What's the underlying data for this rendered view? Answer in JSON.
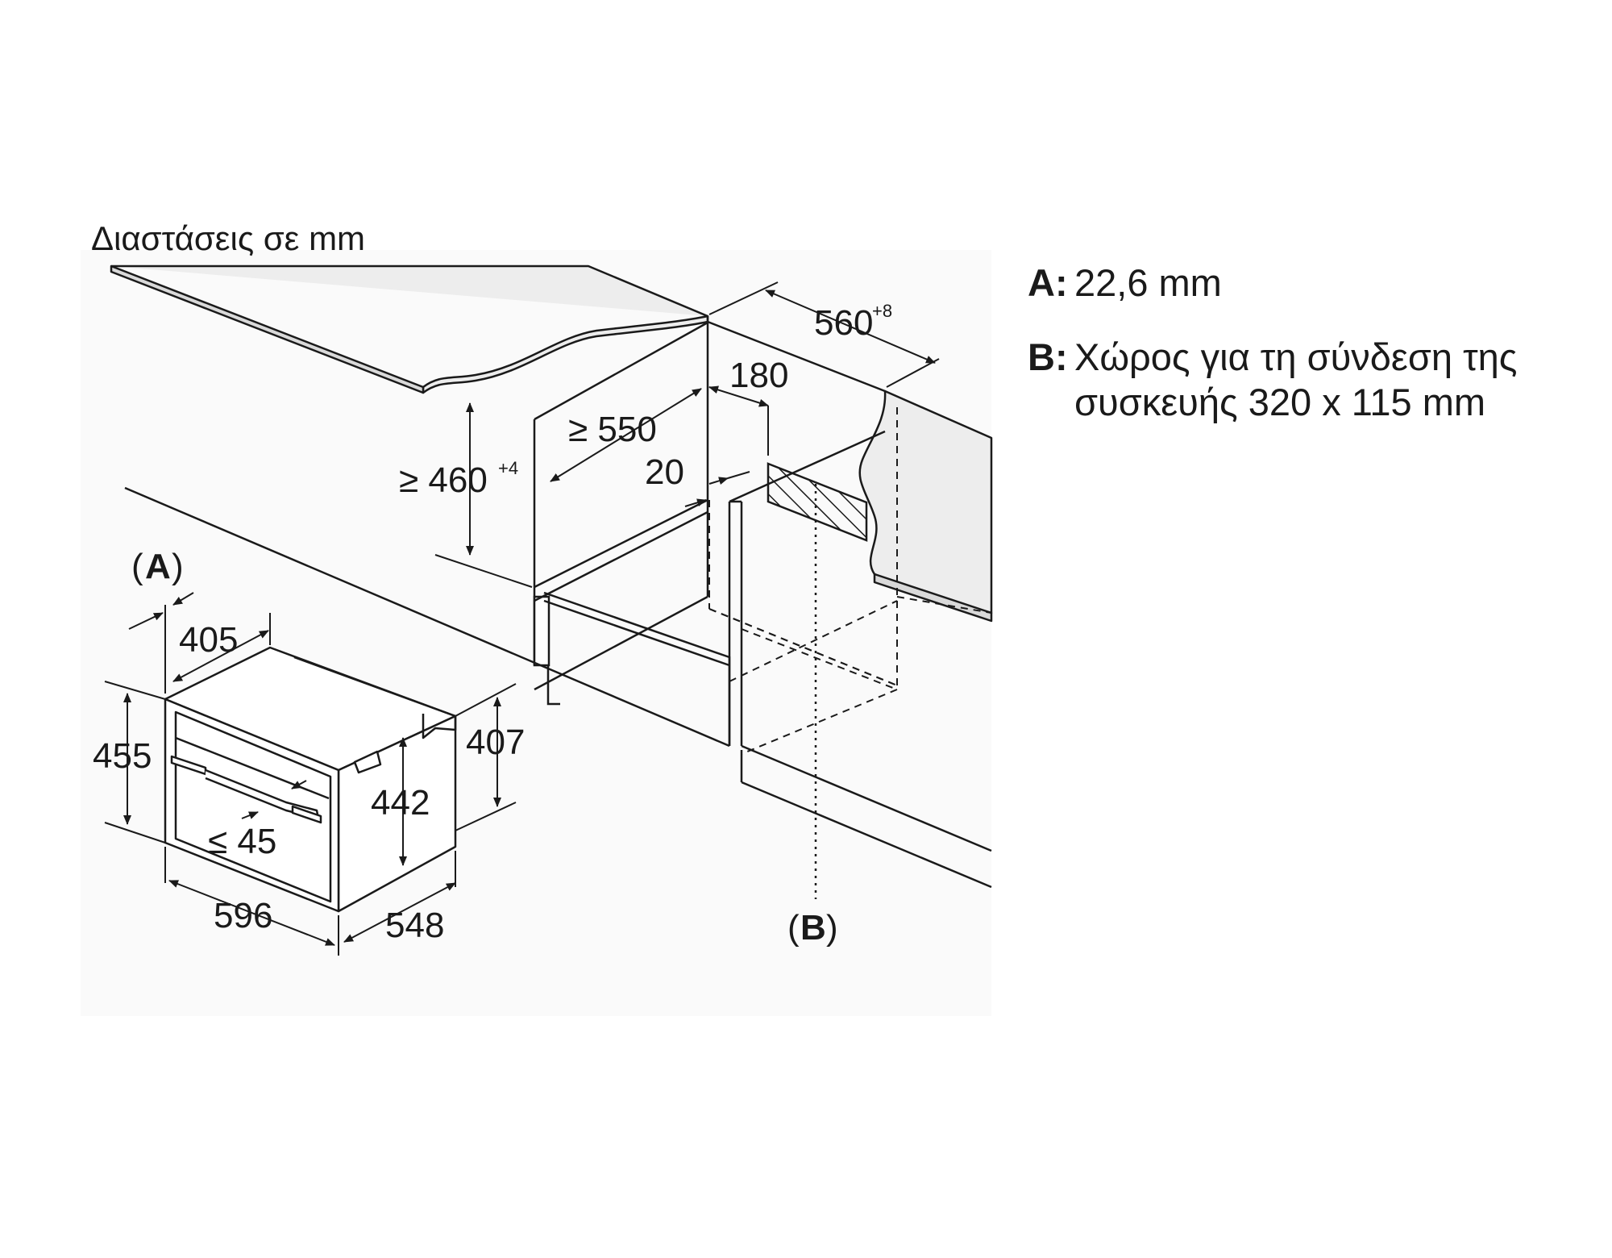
{
  "title": "Διαστάσεις σε mm",
  "legend": {
    "a": {
      "key": "A:",
      "text": "22,6 mm"
    },
    "b": {
      "key": "B:",
      "text": "Χώρος για τη σύνδεση της συσκευής 320 x 115 mm"
    }
  },
  "dimensions": {
    "cabinet_height": "≥ 460",
    "cabinet_height_tol": "+4",
    "cabinet_depth": "≥ 550",
    "cabinet_width": "560",
    "cabinet_width_tol": "+8",
    "connection_depth": "180",
    "rear_gap": "20",
    "appliance_width": "596",
    "appliance_depth": "548",
    "appliance_height": "455",
    "body_height": "442",
    "door_height": "407",
    "front_depth": "405",
    "handle_depth": "≤ 45"
  },
  "markers": {
    "a": "A",
    "b": "B"
  },
  "colors": {
    "line": "#1a1a1a",
    "countertop": "#ededed",
    "background": "#ffffff"
  }
}
